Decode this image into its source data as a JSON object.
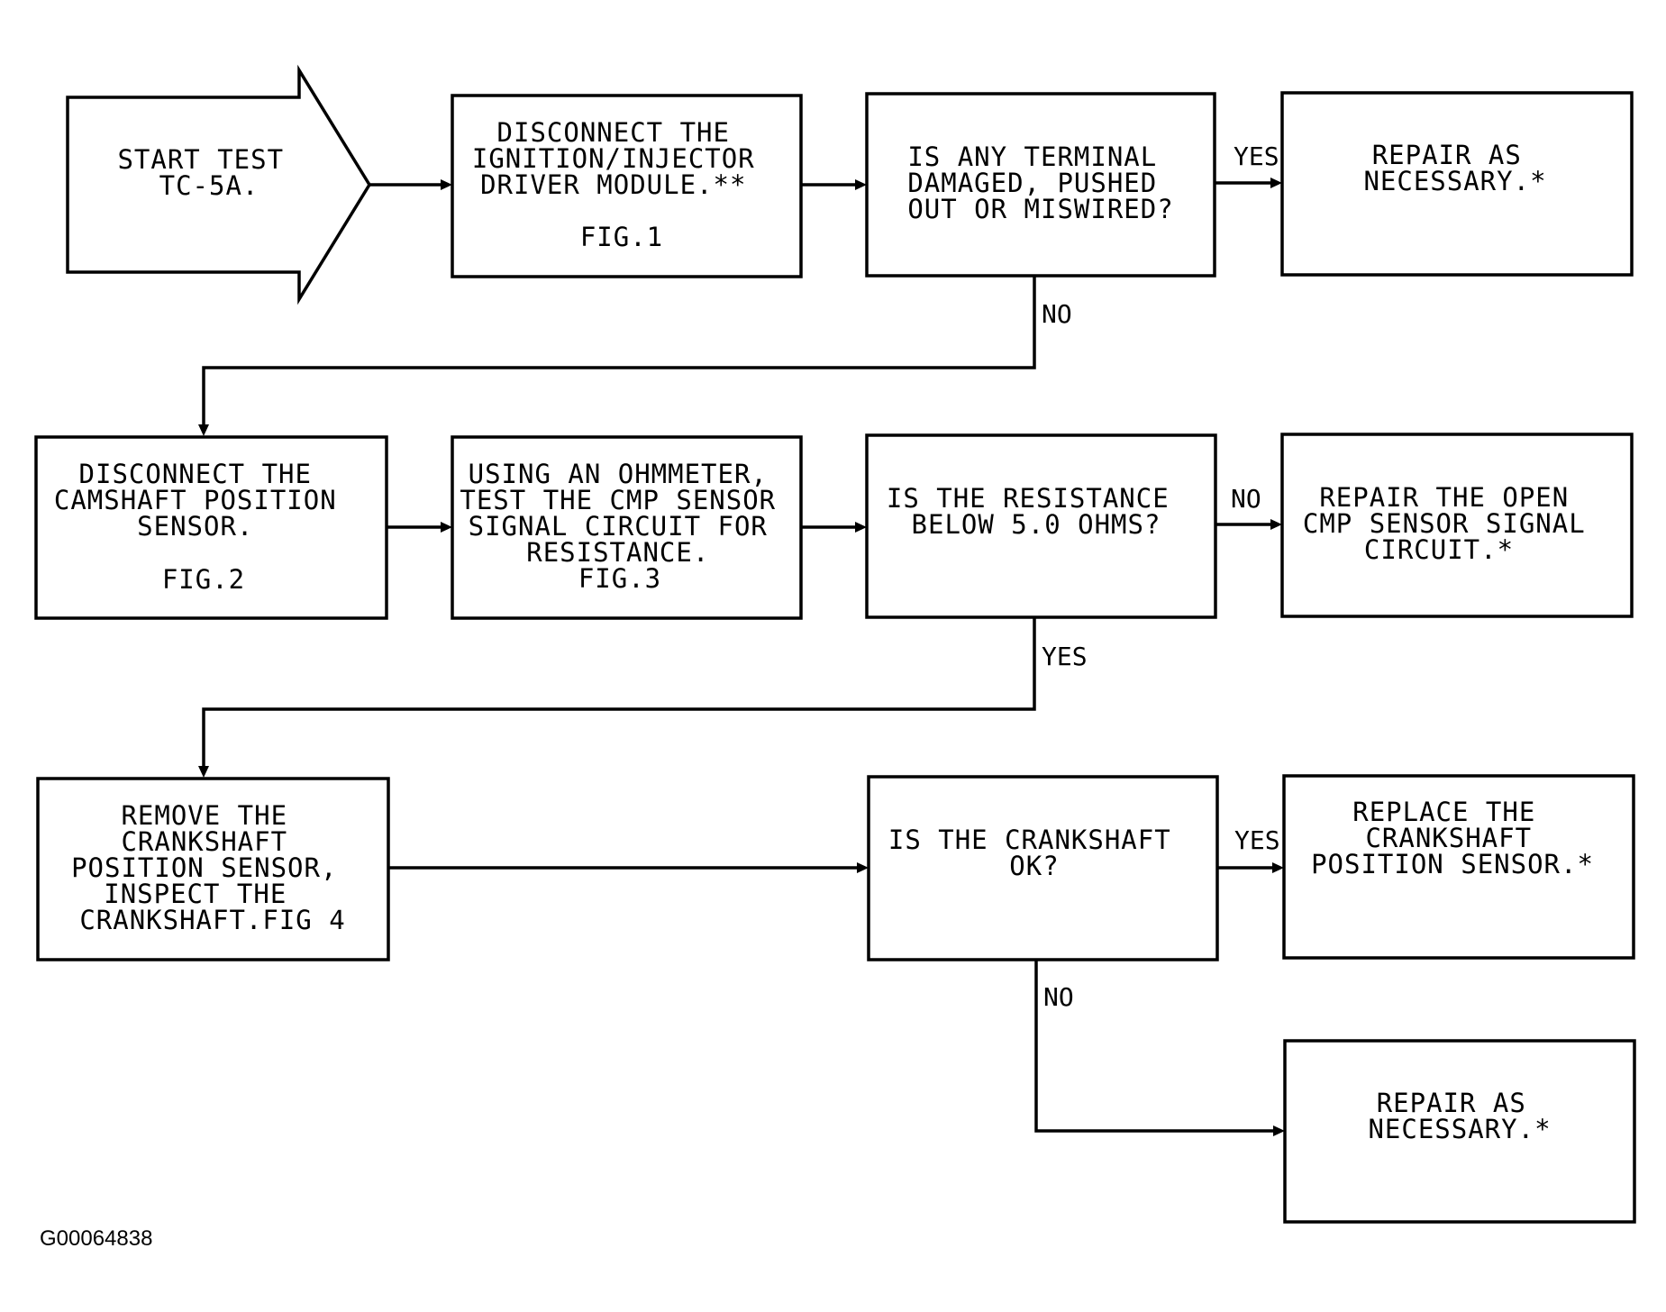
{
  "nodes": {
    "start": [
      "START TEST",
      "TC-5A."
    ],
    "disconnect_module": [
      "DISCONNECT THE",
      "IGNITION/INJECTOR",
      "DRIVER MODULE.**",
      "",
      "FIG.1"
    ],
    "terminal_question": [
      "IS ANY TERMINAL",
      "DAMAGED, PUSHED",
      "OUT OR MISWIRED?"
    ],
    "repair_1": [
      "REPAIR AS",
      "NECESSARY.*"
    ],
    "disconnect_cmp": [
      "DISCONNECT THE",
      "CAMSHAFT POSITION",
      "SENSOR.",
      "",
      "FIG.2"
    ],
    "ohmmeter_test": [
      "USING AN OHMMETER,",
      "TEST THE CMP SENSOR",
      "SIGNAL CIRCUIT FOR",
      "RESISTANCE.",
      "FIG.3"
    ],
    "resistance_question": [
      "IS THE RESISTANCE",
      "BELOW 5.0 OHMS?"
    ],
    "repair_open": [
      "REPAIR THE OPEN",
      "CMP SENSOR SIGNAL",
      "CIRCUIT.*"
    ],
    "remove_ckp": [
      "REMOVE THE",
      "CRANKSHAFT",
      "POSITION SENSOR,",
      "INSPECT THE",
      "CRANKSHAFT.FIG 4"
    ],
    "crankshaft_question": [
      "IS THE CRANKSHAFT",
      "OK?"
    ],
    "replace_ckp": [
      "REPLACE THE",
      "CRANKSHAFT",
      "POSITION SENSOR.*"
    ],
    "repair_2": [
      "REPAIR AS",
      "NECESSARY.*"
    ]
  },
  "edge_labels": {
    "terminal_yes": "YES",
    "terminal_no": "NO",
    "resistance_no": "NO",
    "resistance_yes": "YES",
    "crankshaft_yes": "YES",
    "crankshaft_no": "NO"
  },
  "figure_code": "G00064838"
}
